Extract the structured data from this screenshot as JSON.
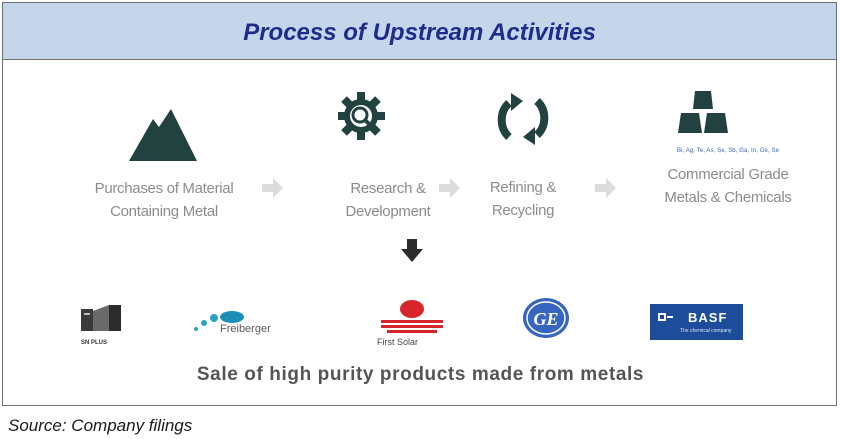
{
  "header": {
    "title": "Process of Upstream Activities"
  },
  "steps": [
    {
      "icon": "mountain-icon",
      "line1": "Purchases of Material",
      "line2": "Containing Metal"
    },
    {
      "icon": "gear-magnifier-icon",
      "line1": "Research &",
      "line2": "Development"
    },
    {
      "icon": "recycle-arrows-icon",
      "line1": "Refining &",
      "line2": "Recycling"
    },
    {
      "icon": "metal-bars-icon",
      "line1": "Commercial Grade",
      "line2": "Metals & Chemicals",
      "metals": "Bi, Ag, Te, As, Se, Sb, Ga, In, Ge, Se"
    }
  ],
  "logos": {
    "snplus": "SN PLUS",
    "freiberger": "Freiberger",
    "first_solar": "First Solar",
    "ge": "GE",
    "basf": "BASF",
    "basf_tagline": "The chemical company"
  },
  "caption": "Sale of high purity products made from metals",
  "source": "Source: Company filings",
  "colors": {
    "header_bg": "#c5d5ea",
    "title": "#1c2d8c",
    "icon": "#22423f",
    "arrow": "#3a3a3a"
  }
}
